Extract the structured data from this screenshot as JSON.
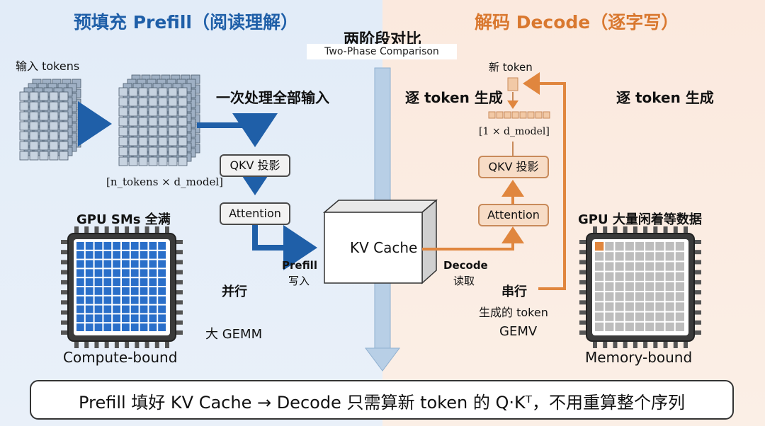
{
  "header": {
    "left_title": "预填充 Prefill（阅读理解）",
    "right_title": "解码 Decode（逐字写）",
    "center_title": "两阶段对比",
    "center_subtitle": "Two-Phase Comparison"
  },
  "prefill": {
    "input_label": "输入 tokens",
    "process_label": "一次处理全部输入",
    "matrix_dim_label": "[n_tokens × d_model]",
    "qkv_label": "QKV 投影",
    "attention_label": "Attention",
    "gpu_label": "GPU SMs 全满",
    "parallel_label": "并行",
    "gemm_label": "大 GEMM",
    "bound_label": "Compute-bound",
    "write_label_1": "Prefill",
    "write_label_2": "写入"
  },
  "center": {
    "kv_cache_label": "KV Cache"
  },
  "decode": {
    "new_token_label": "新 token",
    "gen_label_left": "逐 token 生成",
    "gen_label_right": "逐 token 生成",
    "vector_dim_label": "[1 × d_model]",
    "qkv_label": "QKV 投影",
    "attention_label": "Attention",
    "read_label_1": "Decode",
    "read_label_2": "读取",
    "serial_label": "串行",
    "generated_label": "生成的 token",
    "gemv_label": "GEMV",
    "gpu_label": "GPU 大量闲着等数据",
    "bound_label": "Memory-bound"
  },
  "footer": {
    "summary": "Prefill 填好 KV Cache → Decode 只需算新 token 的 Q·Kᵀ，不用重算整个序列"
  },
  "colors": {
    "prefill_blue": "#1f5fa8",
    "decode_orange": "#e0863e",
    "center_arrow": "#b8cfe6"
  }
}
